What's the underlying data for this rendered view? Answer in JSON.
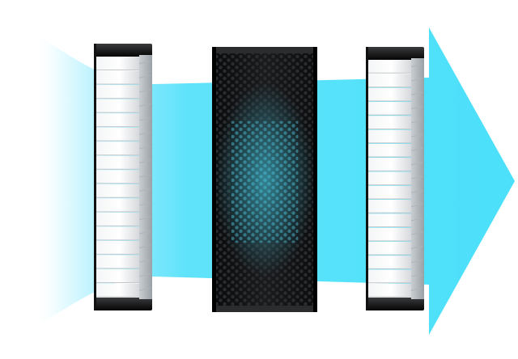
{
  "scene": {
    "subject": "three-stage-air-filter-diagram",
    "airflow_direction": "left-to-right",
    "colors": {
      "background": "#ffffff",
      "airflow": "#4fe0fb",
      "airflow_light": "#dffaff",
      "filter_frame": "#1b1b1b",
      "pleat_light": "#ffffff",
      "pleat_shadow": "#cfd3d6",
      "carbon_body": "#111213",
      "carbon_glow": "#47d8f3"
    },
    "stages": [
      {
        "id": "pre-filter",
        "kind": "pleated-media",
        "pleats": 17
      },
      {
        "id": "carbon-filter",
        "kind": "perforated-carbon"
      },
      {
        "id": "hepa-filter",
        "kind": "pleated-media",
        "pleats": 17
      }
    ]
  }
}
